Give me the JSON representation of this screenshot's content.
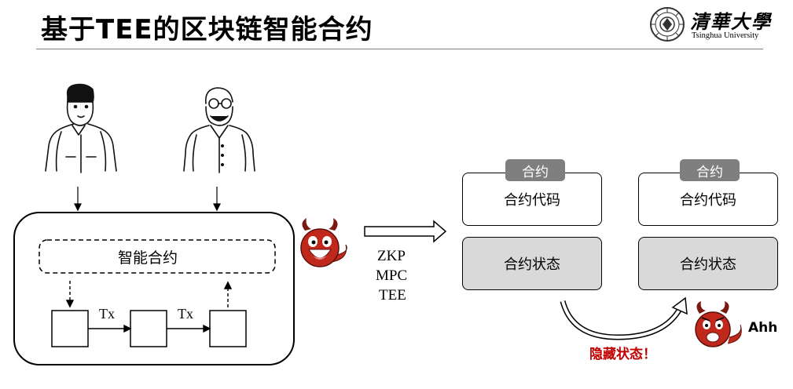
{
  "title": "基于TEE的区块链智能合约",
  "logo": {
    "name_cn": "清華大學",
    "name_en": "Tsinghua University"
  },
  "left": {
    "contract_label": "智能合约",
    "tx_labels": [
      "Tx",
      "Tx"
    ]
  },
  "techniques": [
    "ZKP",
    "MPC",
    "TEE"
  ],
  "contracts": [
    {
      "tag": "合约",
      "code": "合约代码",
      "state": "合约状态"
    },
    {
      "tag": "合约",
      "code": "合约代码",
      "state": "合约状态"
    }
  ],
  "hidden_state_label": "隐藏状态！",
  "devil_speech": "Ahh",
  "colors": {
    "tag_gray": "#7f7f7f",
    "state_fill": "#d9d9d9",
    "devil_red": "#c0281c",
    "alert_red": "#c00000"
  }
}
